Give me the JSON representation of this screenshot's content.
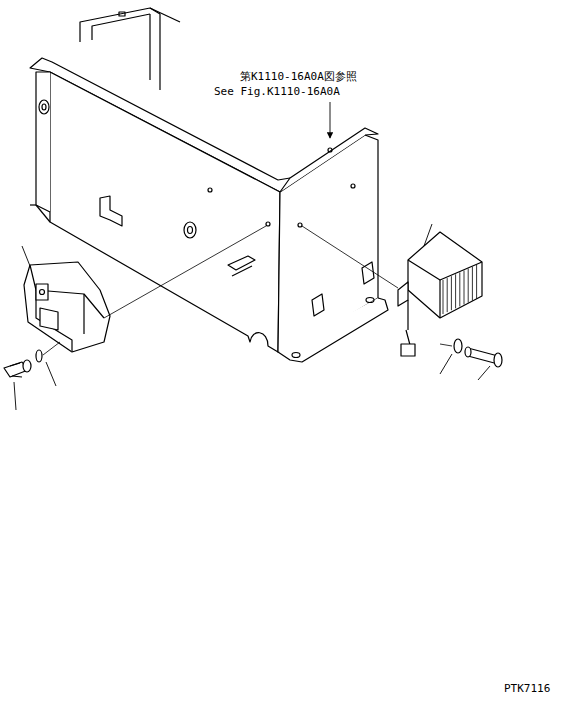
{
  "diagram": {
    "labels": [
      "第K1110-16A0A図参照",
      "See Fig.K1110-16A0A",
      "PTK7116"
    ]
  }
}
